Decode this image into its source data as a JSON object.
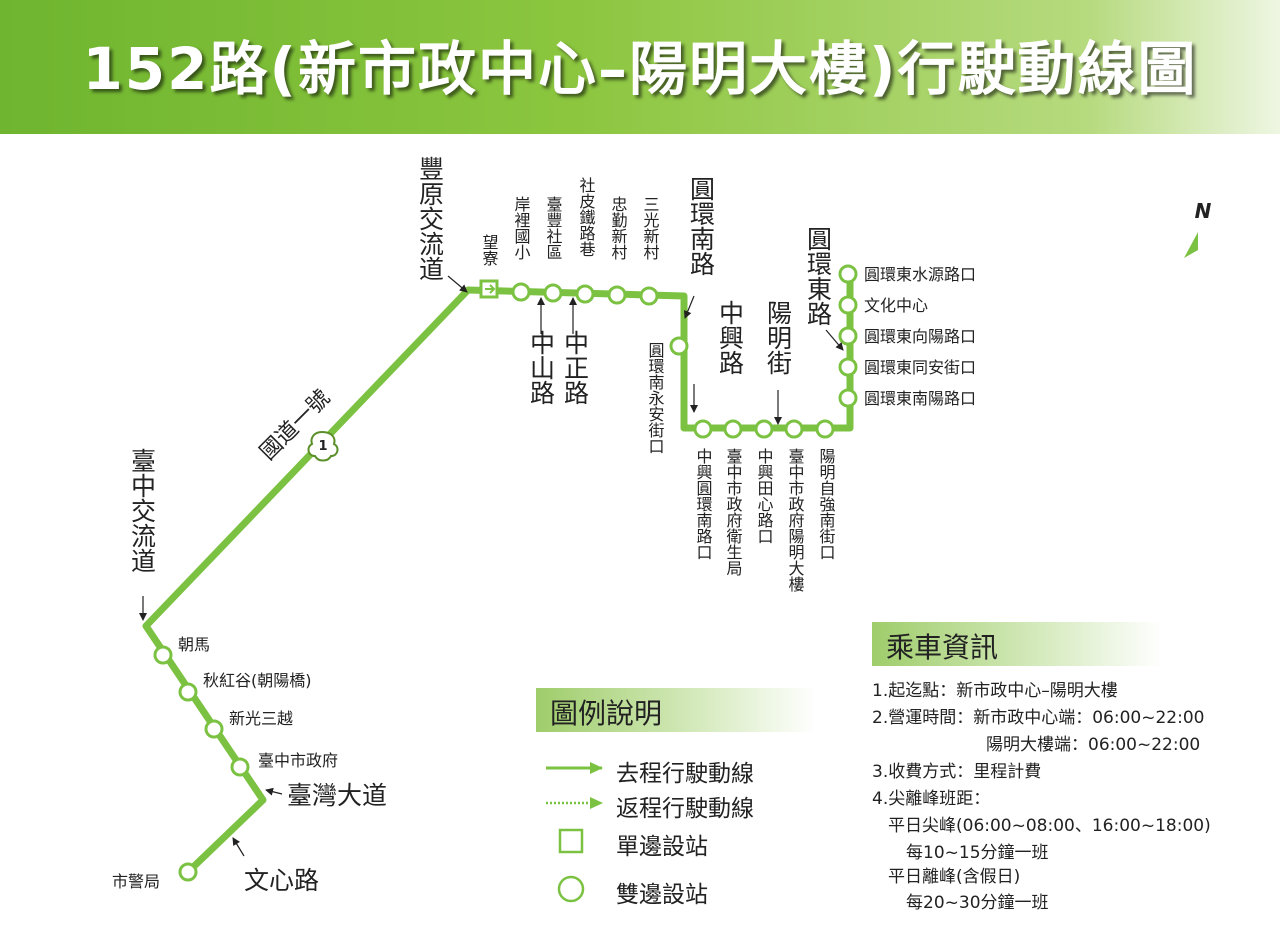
{
  "title": "152路(新市政中心–陽明大樓)行駛動線圖",
  "north": "N",
  "colors": {
    "route": "#7cc242",
    "banner": "#8cc63f",
    "stop_fill": "#ffffff",
    "text": "#222222"
  },
  "highway_shield": "1",
  "roads": {
    "fengyuan": "豐原交流道",
    "freeway": "國道一號",
    "taichung_ic": "臺中交流道",
    "taiwan_blvd": "臺灣大道",
    "wenxin": "文心路",
    "zhongshan": "中山路",
    "zhongzheng": "中正路",
    "huanhuan_south": "圓環南路",
    "zhongxing": "中興路",
    "yangming": "陽明街",
    "huanhuan_east": "圓環東路"
  },
  "stops": {
    "police": "市警局",
    "cityhall": "臺中市政府",
    "shinkong": "新光三越",
    "qiuhonggu": "秋紅谷(朝陽橋)",
    "chaoma": "朝馬",
    "wangliao": "望寮",
    "anli": "岸裡國小",
    "taifeng": "臺豐社區",
    "shepi": "社皮鐵路巷",
    "zhongqin": "忠勤新村",
    "sanguang": "三光新村",
    "yongan": "圓環南永安街口",
    "zx_hhs": "中興圓環南路口",
    "health": "臺中市政府衛生局",
    "zxtx": "中興田心路口",
    "ymdl": "臺中市政府陽明大樓",
    "yang_ziqiang": "陽明自強南街口",
    "e_nanyang": "圓環東南陽路口",
    "e_tongan": "圓環東同安街口",
    "e_xiangyang": "圓環東向陽路口",
    "culture": "文化中心",
    "e_shuiyuan": "圓環東水源路口"
  },
  "legend": {
    "title": "圖例說明",
    "outbound": "去程行駛動線",
    "return": "返程行駛動線",
    "single": "單邊設站",
    "double": "雙邊設站"
  },
  "info": {
    "title": "乘車資訊",
    "line1": "1.起迄點：新市政中心–陽明大樓",
    "line2": "2.營運時間：新市政中心端：06:00~22:00",
    "line3": "陽明大樓端：06:00~22:00",
    "line4": "3.收費方式：里程計費",
    "line5": "4.尖離峰班距：",
    "line6": "平日尖峰(06:00~08:00、16:00~18:00)",
    "line7": "每10~15分鐘一班",
    "line8": "平日離峰(含假日)",
    "line9": "每20~30分鐘一班"
  }
}
